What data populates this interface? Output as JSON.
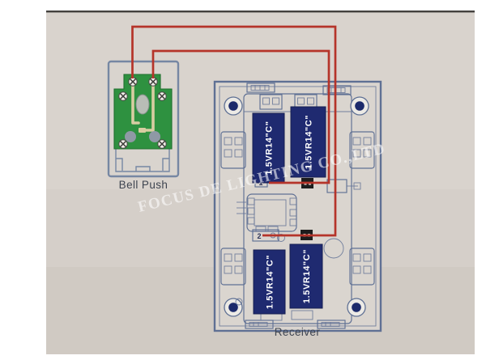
{
  "labels": {
    "bell_push": "Bell Push",
    "receiver": "Receiver"
  },
  "batteries": {
    "label": "1.5VR14\"C\"",
    "count": 4
  },
  "terminals": {
    "t1": "1",
    "t2": "2"
  },
  "watermark": "FOCUS DE LIGHTING CO.,LTD",
  "colors": {
    "paper": "#d5cfc9",
    "paper_light": "#ddd8d2",
    "frame_white": "#ffffff",
    "edge_line": "#43413e",
    "wire_red": "#b5342a",
    "line_blue": "#5f7094",
    "battery_navy": "#1f2a70",
    "pcb_green": "#2e9140",
    "pcb_green_dark": "#20702f",
    "trace_cream": "#d8cda2",
    "pad_gray": "#8f99a5",
    "hole_navy": "#1c2a6b",
    "terminal_black": "#1d1d1d",
    "label_dark": "#3e4450",
    "watermark_white": "#ffffff"
  }
}
